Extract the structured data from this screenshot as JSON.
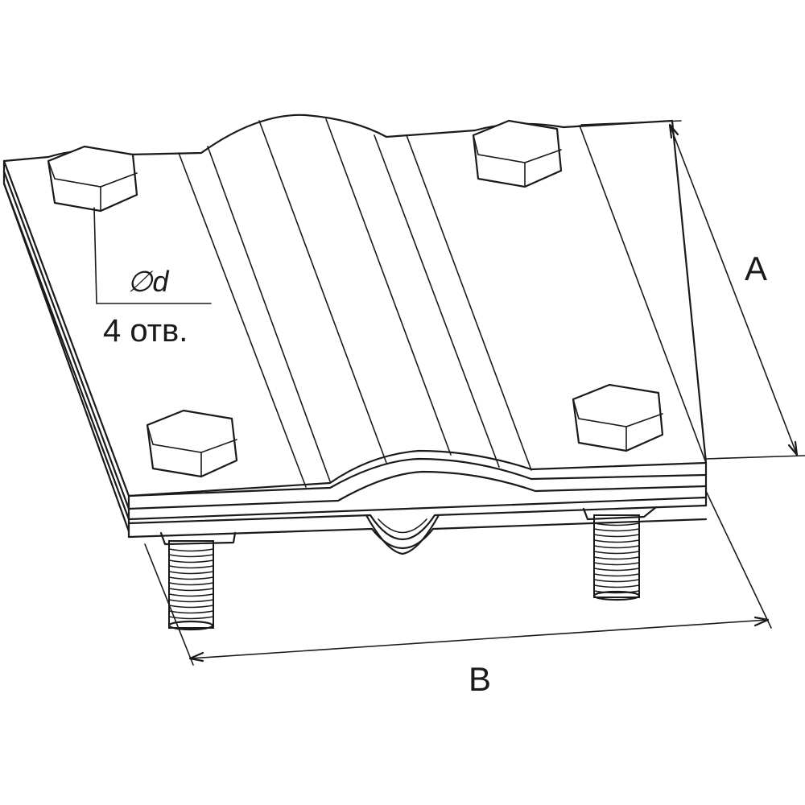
{
  "labels": {
    "hole_diameter": "∅d",
    "hole_count": "4 отв.",
    "dimension_a": "A",
    "dimension_b": "B"
  },
  "colors": {
    "line": "#1a1a1a",
    "background": "#ffffff"
  }
}
